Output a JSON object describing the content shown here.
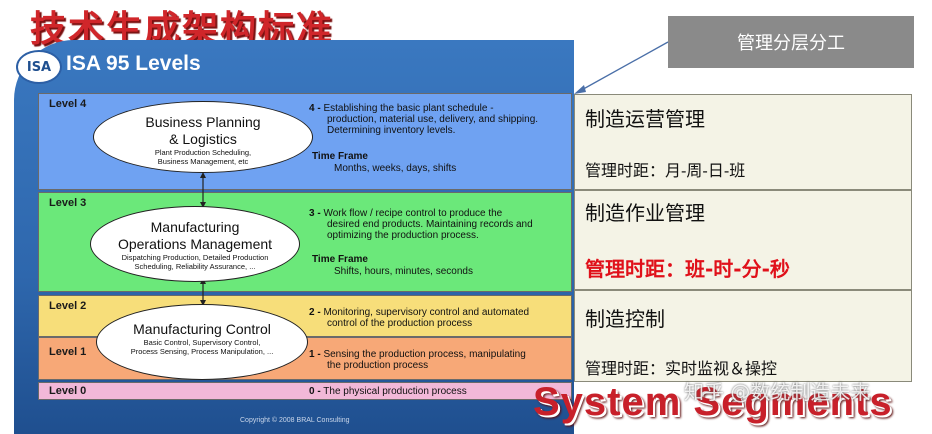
{
  "title": "技术生成架构标准",
  "isa": {
    "logo_text": "ISA",
    "heading": "ISA 95 Levels"
  },
  "callout": "管理分层分工",
  "levels": [
    {
      "label": "Level 4",
      "desc_num": "4 -",
      "desc": [
        "Establishing the basic plant schedule -",
        "production, material use, delivery, and shipping.",
        "Determining inventory levels."
      ],
      "timeframe_label": "Time Frame",
      "timeframe": "Months, weeks, days, shifts",
      "color": "#6fa2f2"
    },
    {
      "label": "Level 3",
      "desc_num": "3 -",
      "desc": [
        "Work flow / recipe control to produce the",
        "desired end products. Maintaining records and",
        "optimizing the production process."
      ],
      "timeframe_label": "Time Frame",
      "timeframe": "Shifts, hours, minutes, seconds",
      "color": "#6be87a"
    },
    {
      "label": "Level 2",
      "desc_num": "2 -",
      "desc": [
        "Monitoring, supervisory control and automated",
        "control of the production process"
      ],
      "color": "#f7de7a"
    },
    {
      "label": "Level 1",
      "desc_num": "1 -",
      "desc": [
        "Sensing the production process, manipulating",
        "the production process"
      ],
      "color": "#f7a877"
    },
    {
      "label": "Level 0",
      "desc_num": "0 -",
      "desc": [
        "The physical production process"
      ],
      "color": "#f2b8d8"
    }
  ],
  "ellipses": [
    {
      "title": [
        "Business Planning",
        "& Logistics"
      ],
      "sub": [
        "Plant Production Scheduling,",
        "Business Management, etc"
      ]
    },
    {
      "title": [
        "Manufacturing",
        "Operations Management"
      ],
      "sub": [
        "Dispatching Production, Detailed Production",
        "Scheduling, Reliability Assurance, ..."
      ]
    },
    {
      "title": [
        "Manufacturing Control"
      ],
      "sub": [
        "Basic Control, Supervisory Control,",
        "Process Sensing, Process Manipulation, ..."
      ]
    }
  ],
  "right_panel": [
    {
      "heading": "制造运营管理",
      "sub": "管理时距：月-周-日-班"
    },
    {
      "heading": "制造作业管理",
      "sub": "管理时距：班-时-分-秒",
      "sub_emphasis": true
    },
    {
      "heading": "制造控制",
      "sub": "管理时距：实时监视＆操控"
    }
  ],
  "system_segments": "System Segments",
  "watermark": "知乎 @数统制造未来",
  "copyright": "Copyright © 2008 BRAL Consulting"
}
